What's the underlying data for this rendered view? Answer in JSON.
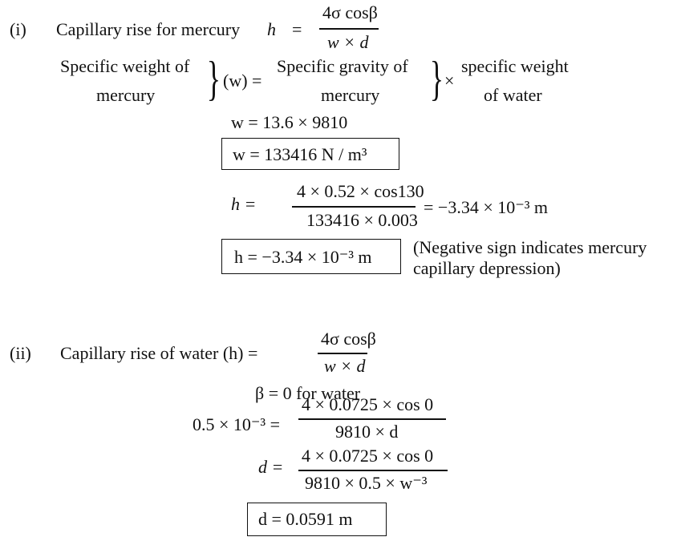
{
  "part_i": {
    "label": "(i)",
    "title": "Capillary rise for mercury",
    "var_h": "h",
    "eq": "=",
    "formula_num": "4σ cosβ",
    "formula_den": "w × d",
    "def_left_1": "Specific weight of",
    "def_left_2": "mercury",
    "def_w": "(w) =",
    "def_mid_1": "Specific gravity  of",
    "def_mid_2": "mercury",
    "def_times": "×",
    "def_right_1": "specific weight",
    "def_right_2": "of water",
    "w_calc": "w  =  13.6 × 9810",
    "w_result": "w  =  133416 N / m³",
    "h_lhs": "h  =",
    "h_num": "4 × 0.52 × cos130",
    "h_den": "133416 × 0.003",
    "h_rhs": "=  −3.34 × 10⁻³ m",
    "h_result": "h  =  −3.34 × 10⁻³ m",
    "note_1": "(Negative sign indicates mercury",
    "note_2": "capillary depression)"
  },
  "part_ii": {
    "label": "(ii)",
    "title": "Capillary rise of water (h)  =",
    "formula_num": "4σ cosβ",
    "formula_den": "w × d",
    "beta": "β  =  0  for water",
    "eq_lhs": "0.5 × 10⁻³  =",
    "eq_num": "4 × 0.0725 × cos 0",
    "eq_den": "9810 × d",
    "d_lhs": "d  =",
    "d_num": "4 × 0.0725 × cos 0",
    "d_den": "9810 × 0.5 × w⁻³",
    "d_result": "d  =  0.0591 m"
  }
}
